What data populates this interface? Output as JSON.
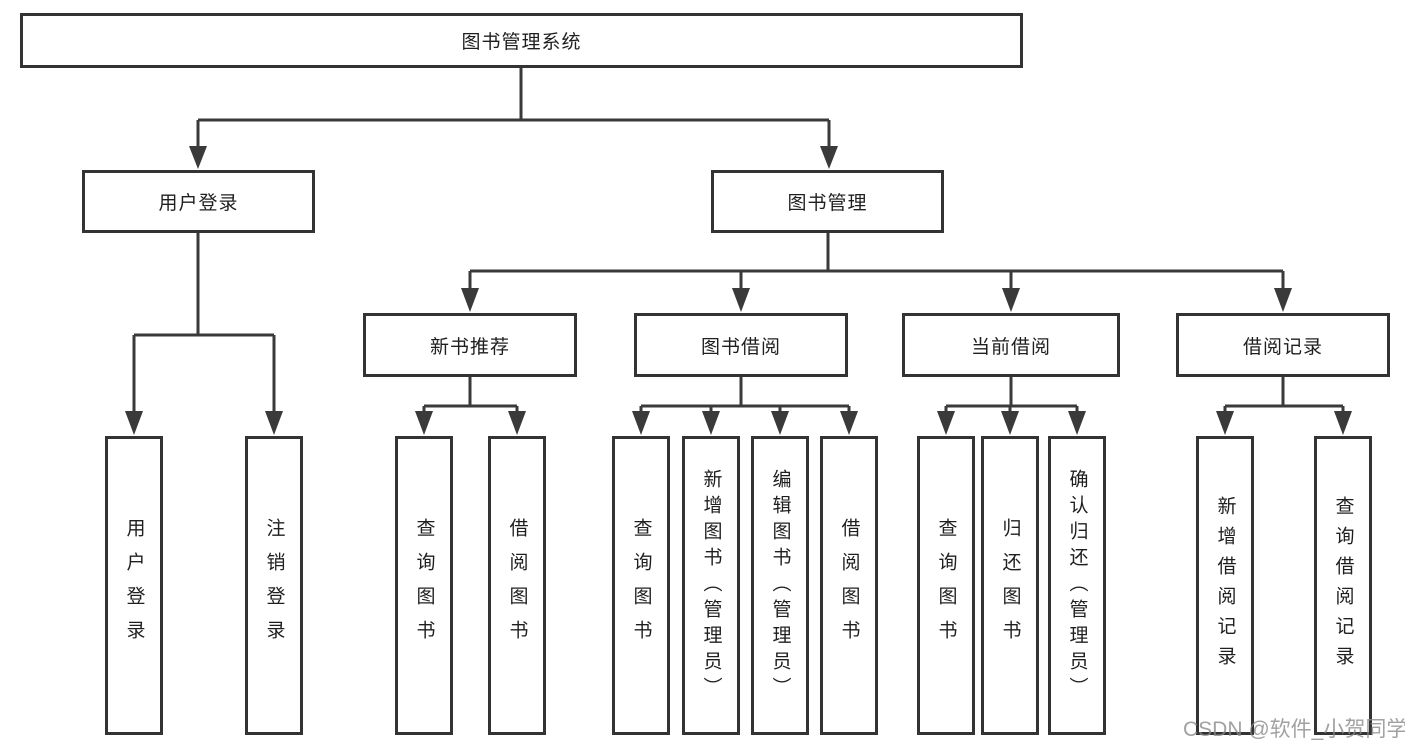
{
  "diagram": {
    "root": {
      "label": "图书管理系统"
    },
    "level2": [
      {
        "label": "用户登录"
      },
      {
        "label": "图书管理"
      }
    ],
    "level3": [
      {
        "label": "新书推荐",
        "parent": "图书管理"
      },
      {
        "label": "图书借阅",
        "parent": "图书管理"
      },
      {
        "label": "当前借阅",
        "parent": "图书管理"
      },
      {
        "label": "借阅记录",
        "parent": "图书管理"
      }
    ],
    "leaves": [
      {
        "label": "用户登录",
        "parent": "用户登录"
      },
      {
        "label": "注销登录",
        "parent": "用户登录"
      },
      {
        "label": "查询图书",
        "parent": "新书推荐"
      },
      {
        "label": "借阅图书",
        "parent": "新书推荐"
      },
      {
        "label": "查询图书",
        "parent": "图书借阅"
      },
      {
        "label": "新增图书（管理员）",
        "parent": "图书借阅"
      },
      {
        "label": "编辑图书（管理员）",
        "parent": "图书借阅"
      },
      {
        "label": "借阅图书",
        "parent": "图书借阅"
      },
      {
        "label": "查询图书",
        "parent": "当前借阅"
      },
      {
        "label": "归还图书",
        "parent": "当前借阅"
      },
      {
        "label": "确认归还（管理员）",
        "parent": "当前借阅"
      },
      {
        "label": "新增借阅记录",
        "parent": "借阅记录"
      },
      {
        "label": "查询借阅记录",
        "parent": "借阅记录"
      }
    ]
  },
  "watermark": {
    "text": "CSDN @软件_小贺同学",
    "color": "#8a8a8a"
  },
  "colors": {
    "line": "#3a3a3a",
    "box_border": "#333333",
    "text": "#1f1f1f",
    "background": "#ffffff"
  }
}
